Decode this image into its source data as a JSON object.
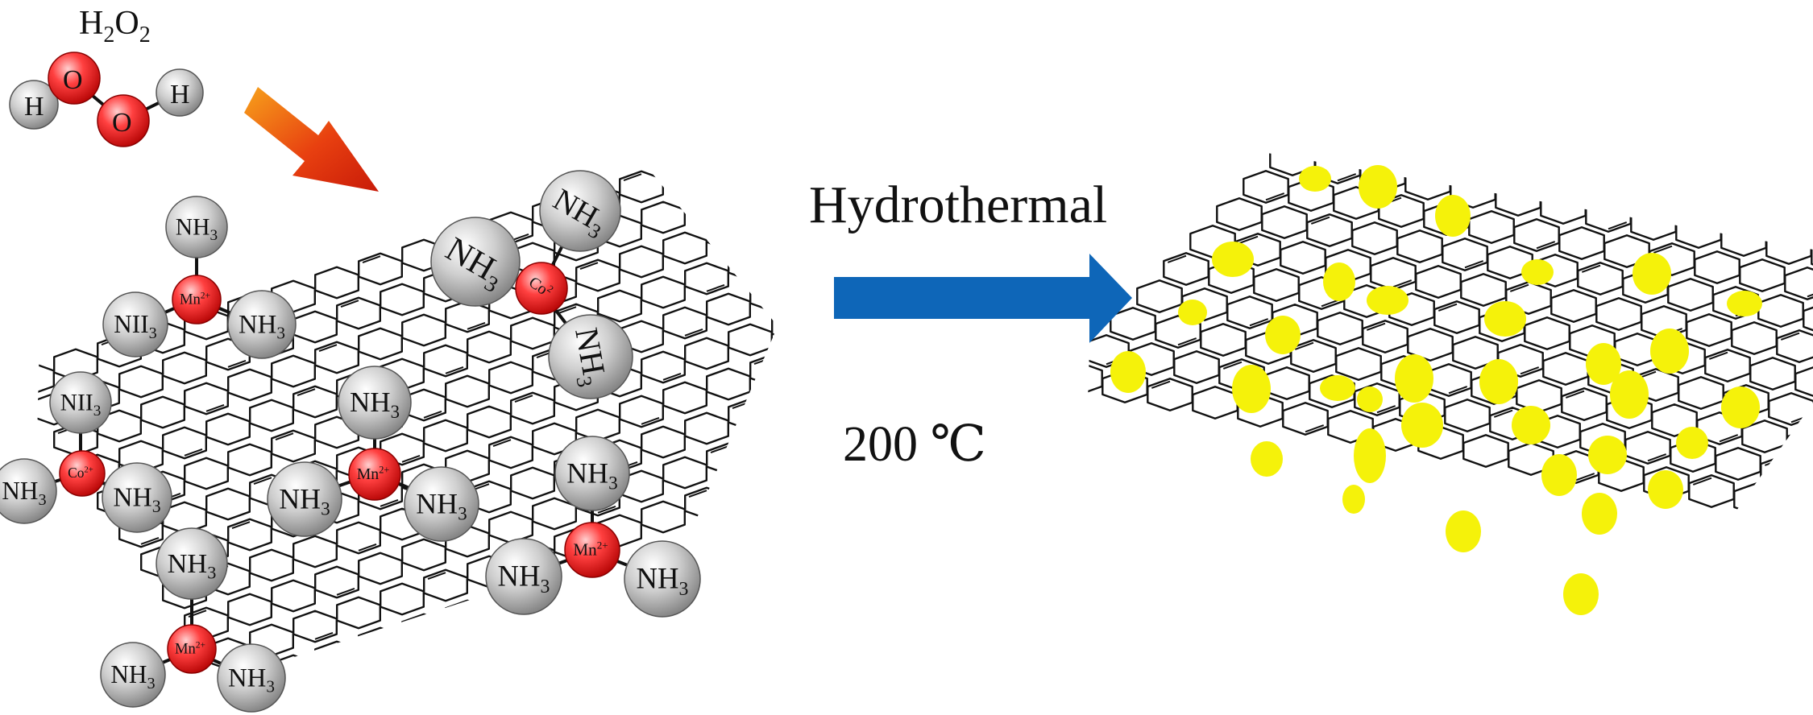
{
  "h2o2": {
    "formula_main": "H",
    "formula_sub1": "2",
    "formula_mid": "O",
    "formula_sub2": "2",
    "atom_h": "H",
    "atom_o": "O"
  },
  "ligand": {
    "main": "NH",
    "sub": "3"
  },
  "ligand_alt": {
    "main": "NII",
    "sub": "3"
  },
  "metal_ions": {
    "mn": "Mn",
    "mn_charge": "2+",
    "co": "Co",
    "co_charge": "2+",
    "co_rot": "Co",
    "co_rot_charge": "2"
  },
  "process": {
    "label": "Hydrothermal",
    "temperature": "200 ℃"
  },
  "colors": {
    "ligand_gray": "#bdbdbd",
    "metal_red": "#ee2020",
    "oxygen_red": "#f03030",
    "process_arrow_blue": "#0e66b8",
    "nanoparticle_yellow": "#f5f20a",
    "approach_arrow_orange": "#e84010"
  },
  "icons": {
    "approach_arrow": "diagonal-gradient-arrow-icon",
    "process_arrow": "right-block-arrow-icon"
  }
}
